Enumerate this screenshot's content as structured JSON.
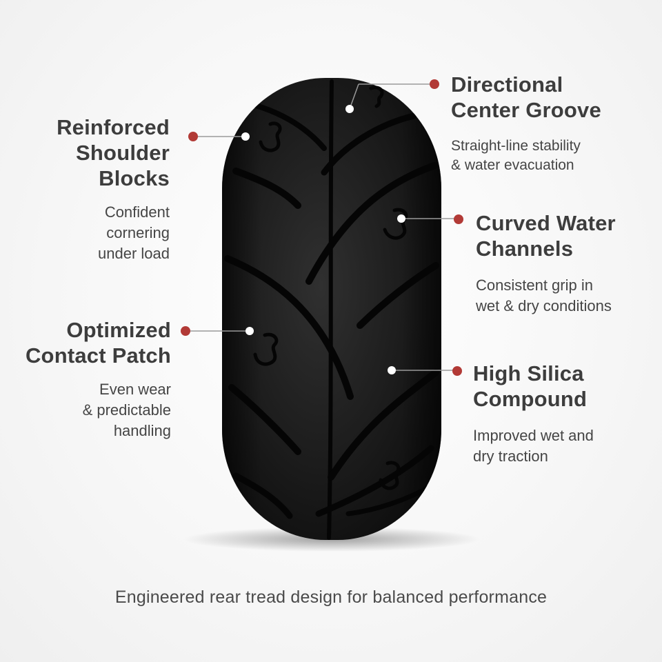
{
  "features": {
    "shoulder": {
      "title": "Reinforced\nShoulder\nBlocks",
      "desc": "Confident\ncornering\nunder load"
    },
    "contact": {
      "title": "Optimized\nContact Patch",
      "desc": "Even wear\n& predictable\nhandling"
    },
    "center": {
      "title": "Directional\nCenter Groove",
      "desc": "Straight-line stability\n& water evacuation"
    },
    "curved": {
      "title": "Curved Water\nChannels",
      "desc": "Consistent grip in\nwet & dry conditions"
    },
    "silica": {
      "title": "High Silica\nCompound",
      "desc": "Improved wet and\ndry traction"
    }
  },
  "caption": "Engineered rear tread design for balanced performance",
  "colors": {
    "background": "#f6f6f6",
    "tire": "#1a1a1a",
    "marker_dot": "#b23a36",
    "anchor_dot": "#ffffff",
    "leader_line": "#9a9a9a"
  }
}
